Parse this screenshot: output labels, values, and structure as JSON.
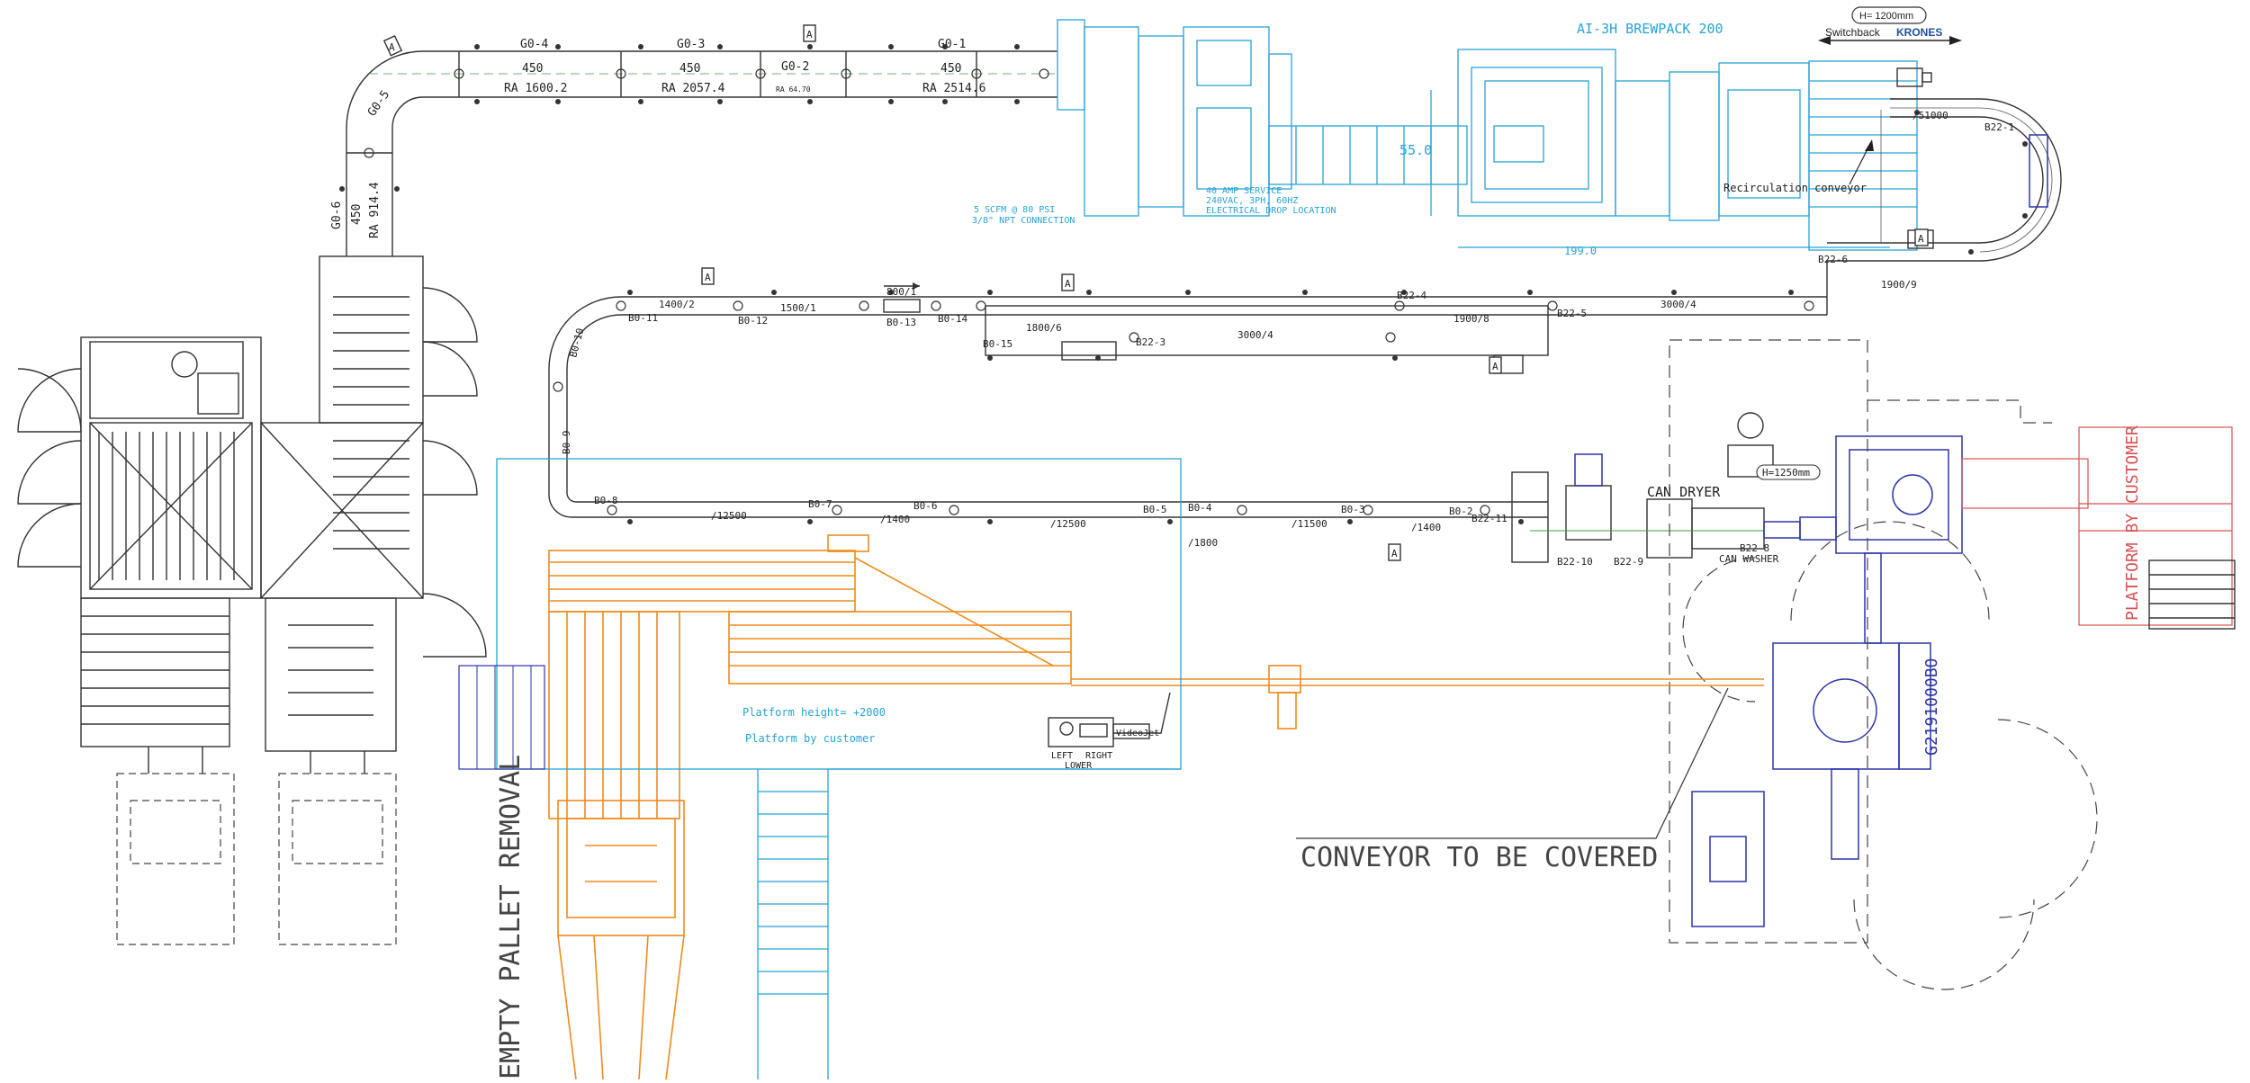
{
  "header": {
    "height_label": "H= 1200mm",
    "switchback": "Switchback",
    "brand": "KRONES",
    "machine_title": "AI-3H BREWPACK 200"
  },
  "notes": {
    "air_supply": "5 SCFM @ 80 PSI",
    "air_connection": "3/8\" NPT CONNECTION",
    "power_1": "40 AMP SERVICE",
    "power_2": "240VAC, 3PH, 60HZ",
    "power_3": "ELECTRICAL DROP LOCATION",
    "dim_55": "55.0",
    "dim_199": "199.0",
    "recirculation": "Recirculation conveyor",
    "platform_height": "Platform height= +2000",
    "platform_by_customer": "Platform by customer",
    "videojet": "VideoJet",
    "left": "LEFT",
    "right": "RIGHT",
    "lower": "LOWER",
    "can_dryer": "CAN DRYER",
    "can_washer": "CAN WASHER",
    "h1250": "H=1250mm",
    "conveyor_covered": "CONVEYOR TO BE COVERED",
    "empty_pallet": "EMPTY PALLET REMOVAL",
    "platform_customer_vertical": "PLATFORM BY CUSTOMER",
    "machine_id": "G2191000BO"
  },
  "top_conveyor": {
    "g0_4": "G0-4",
    "g0_3": "G0-3",
    "g0_2": "G0-2",
    "g0_1": "G0-1",
    "g0_5": "G0-5",
    "g0_6": "G0-6",
    "w450a": "450",
    "w450b": "450",
    "w450c": "450",
    "w450d": "450",
    "ra1": "RA 1600.2",
    "ra2": "RA 2057.4",
    "ra3": "RA 2514.6",
    "ra4": "RA 914.4",
    "ra_small": "RA 64.70",
    "b22_1": "B22-1",
    "r51000": "/51000"
  },
  "mid_conveyor": {
    "b0_11": "B0-11",
    "b0_12": "B0-12",
    "b0_13": "B0-13",
    "b0_14": "B0-14",
    "b0_15": "B0-15",
    "b0_10": "B0-10",
    "b0_9": "B0-9",
    "b22_3": "B22-3",
    "b22_4": "B22-4",
    "b22_5": "B22-5",
    "b22_6": "B22-6",
    "d1400_2": "1400/2",
    "d1500_1": "1500/1",
    "d800_1": "800/1",
    "d1800_6": "1800/6",
    "d3000_4a": "3000/4",
    "d1900_8a": "1900/8",
    "d3000_4b": "3000/4",
    "d1900_9": "1900/9"
  },
  "low_conveyor": {
    "b0_8": "B0-8",
    "b0_7": "B0-7",
    "b0_6": "B0-6",
    "b0_5": "B0-5",
    "b0_4": "B0-4",
    "b0_3": "B0-3",
    "b0_2": "B0-2",
    "b22_11": "B22-11",
    "b22_10": "B22-10",
    "b22_9": "B22-9",
    "b22_8": "B22-8",
    "d12500a": "/12500",
    "d1400a": "/1400",
    "d12500b": "/12500",
    "d1800": "/1800",
    "d11500": "/11500",
    "d1400b": "/1400"
  },
  "markers": {
    "a": "A"
  },
  "colors": {
    "black": "#333333",
    "cyan": "#27a3d6",
    "orange": "#f08a1c",
    "blue": "#2b35a8",
    "red": "#d85050",
    "green": "#3b9c3b"
  }
}
